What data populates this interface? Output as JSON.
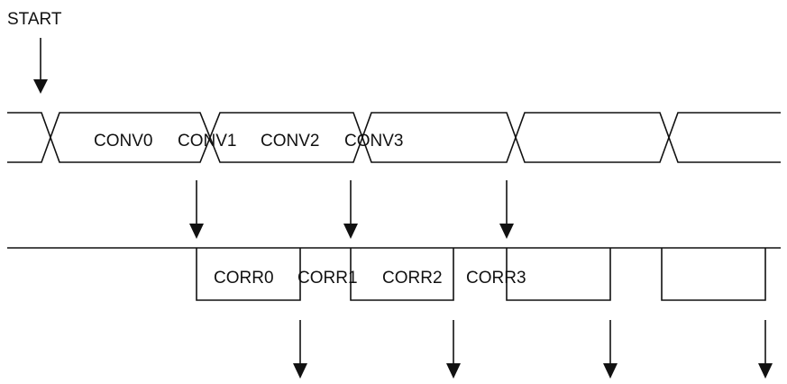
{
  "start_label": "START",
  "conv_labels": [
    "CONV0",
    "CONV1",
    "CONV2",
    "CONV3"
  ],
  "corr_labels": [
    "CORR0",
    "CORR1",
    "CORR2",
    "CORR3"
  ],
  "colors": {
    "line": "#111111",
    "background": "#ffffff"
  }
}
